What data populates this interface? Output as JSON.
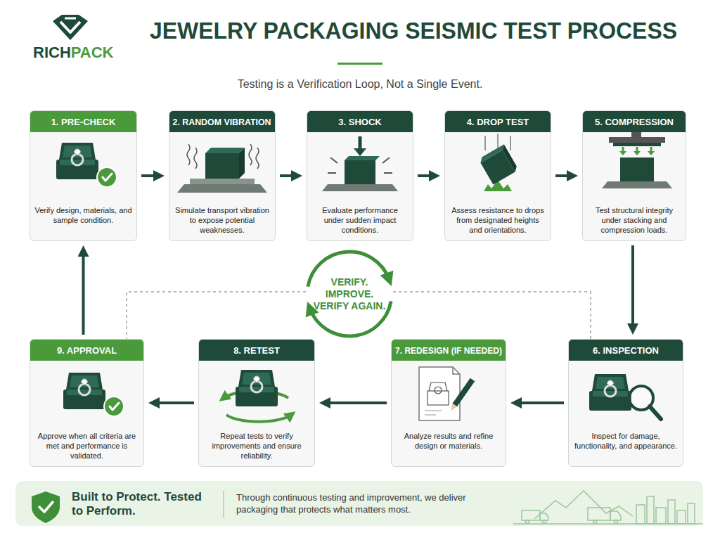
{
  "diagram": {
    "title": "JEWELRY PACKAGING SEISMIC TEST PROCESS",
    "nodes": [
      {
        "text": [
          "1. PRE-CHECK",
          "Verify design, materials, and sample condition."
        ]
      },
      {
        "text": [
          "2. RANDOM VIBRATION",
          "Simulate transport vibration to expose potential weaknesses."
        ]
      },
      {
        "text": [
          "3. SHOCK",
          "Evaluate performance under sudden impact conditions."
        ]
      },
      {
        "text": [
          "4. DROP TEST",
          "Assess resistance to drops from designated heights and orientations."
        ]
      },
      {
        "text": [
          "5. COMPRESSION",
          "Test structural integrity under stacking and compression loads."
        ]
      },
      {
        "text": [
          "6. INSPECTION",
          "Inspect for damage, functionality, and appearance."
        ]
      },
      {
        "text": [
          "7. REDESIGN (IF NEEDED)",
          "Analyze results and refine design or materials."
        ]
      },
      {
        "text": [
          "8. RETEST",
          "Repeat tests to verify improvements and ensure reliability."
        ]
      },
      {
        "text": [
          "9. APPROVAL",
          "Approve when all criteria are met and performance is validated."
        ]
      },
      {
        "text": [
          "VERIFY. IMPROVE. VERIFY AGAIN."
        ]
      },
      {
        "text": [
          "Built to Protect. Tested to Perform.",
          "Through continuous testing and improvement, we deliver packaging that protects what matters most."
        ]
      }
    ],
    "edges": [
      {
        "from": 0,
        "to": 1,
        "arrow": "to"
      },
      {
        "from": 1,
        "to": 2,
        "arrow": "to"
      },
      {
        "from": 2,
        "to": 3,
        "arrow": "to"
      },
      {
        "from": 3,
        "to": 4,
        "arrow": "to"
      },
      {
        "from": 4,
        "to": 5,
        "arrow": "to"
      },
      {
        "from": 5,
        "to": 6,
        "arrow": "to"
      },
      {
        "from": 6,
        "to": 7,
        "arrow": "to"
      },
      {
        "from": 7,
        "to": 8,
        "arrow": "to"
      },
      {
        "from": 8,
        "to": 0,
        "arrow": "to"
      },
      {
        "from": 5,
        "to": 8,
        "arrow": "none"
      }
    ],
    "labels": [
      "RICH",
      "PACK",
      "Testing is a Verification Loop, Not a Single Event."
    ]
  }
}
